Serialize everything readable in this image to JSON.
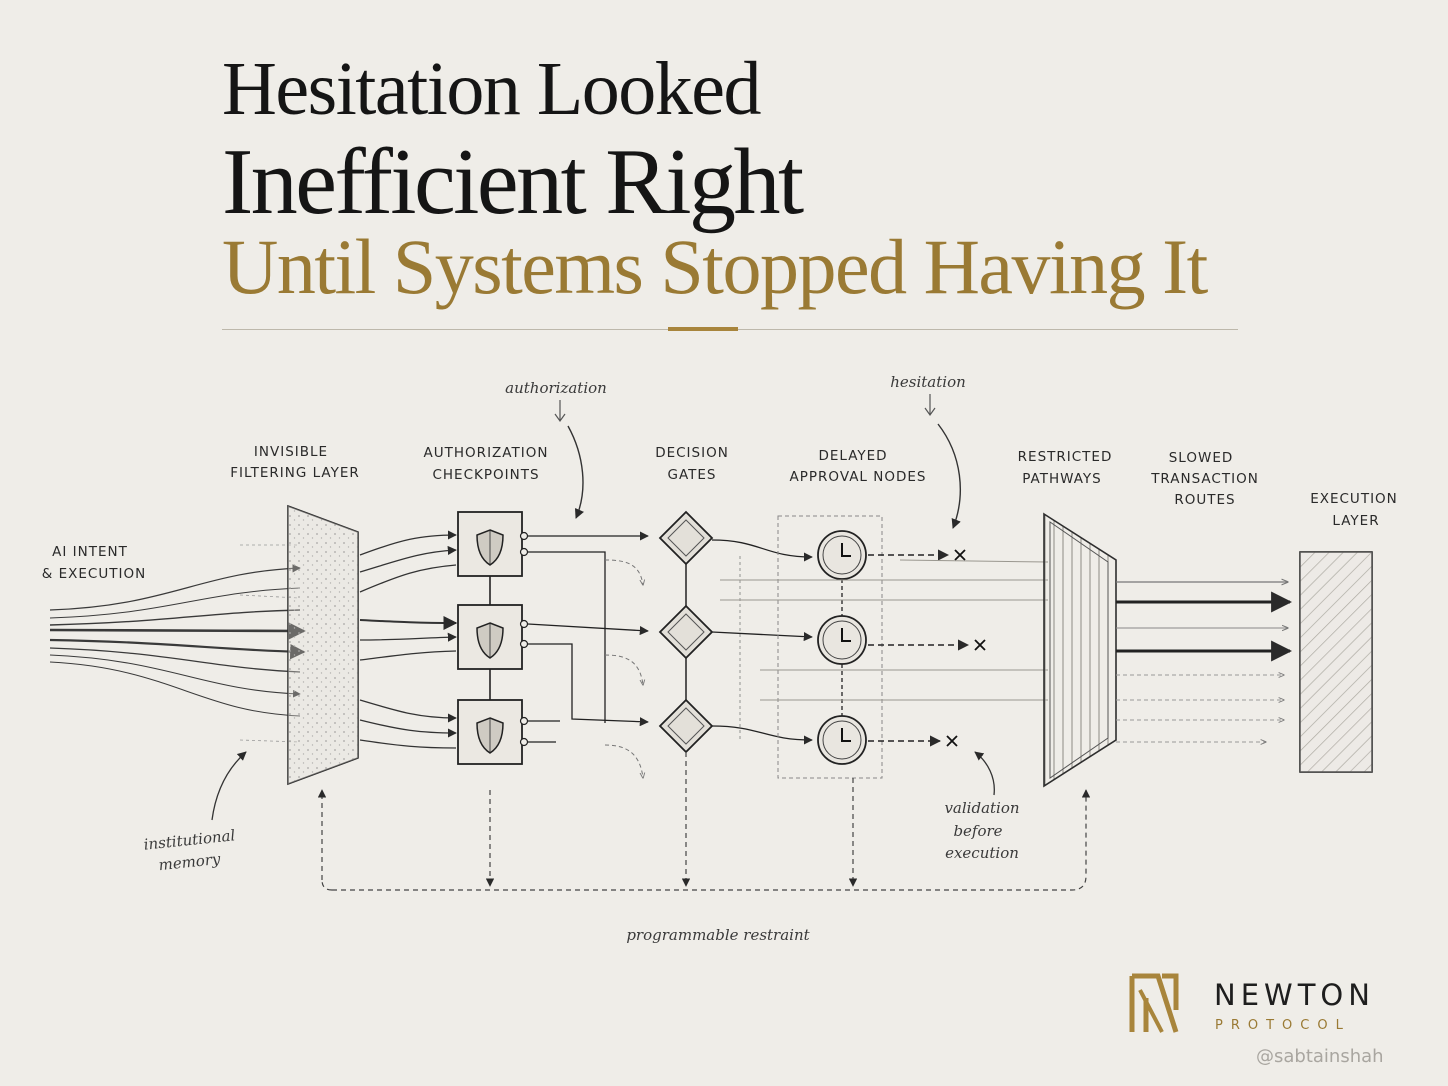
{
  "title": {
    "line1": "Hesitation Looked",
    "line2": "Inefficient Right",
    "line3": "Until Systems Stopped Having It"
  },
  "stages": {
    "input": [
      "AI INTENT",
      "& EXECUTION"
    ],
    "filter": [
      "INVISIBLE",
      "FILTERING LAYER"
    ],
    "checkpoints": [
      "AUTHORIZATION",
      "CHECKPOINTS"
    ],
    "gates": [
      "DECISION",
      "GATES"
    ],
    "delayed": [
      "DELAYED",
      "APPROVAL NODES"
    ],
    "restricted": [
      "RESTRICTED",
      "PATHWAYS"
    ],
    "slowed": [
      "SLOWED",
      "TRANSACTION",
      "ROUTES"
    ],
    "execution": [
      "EXECUTION",
      "LAYER"
    ]
  },
  "annotations": {
    "authorization": "authorization",
    "hesitation": "hesitation",
    "memory": [
      "institutional",
      "memory"
    ],
    "validation": [
      "validation",
      "before",
      "execution"
    ],
    "restraint": "programmable  restraint"
  },
  "brand": {
    "name": "NEWTON",
    "sub": "PROTOCOL"
  },
  "watermark": "@sabtainshah",
  "colors": {
    "ink": "#151515",
    "gold": "#9a7a34",
    "paper": "#efede8"
  },
  "icons": [
    "shield-icon",
    "clock-icon",
    "x-mark-icon",
    "diamond-gate-icon",
    "newton-logo-icon"
  ]
}
